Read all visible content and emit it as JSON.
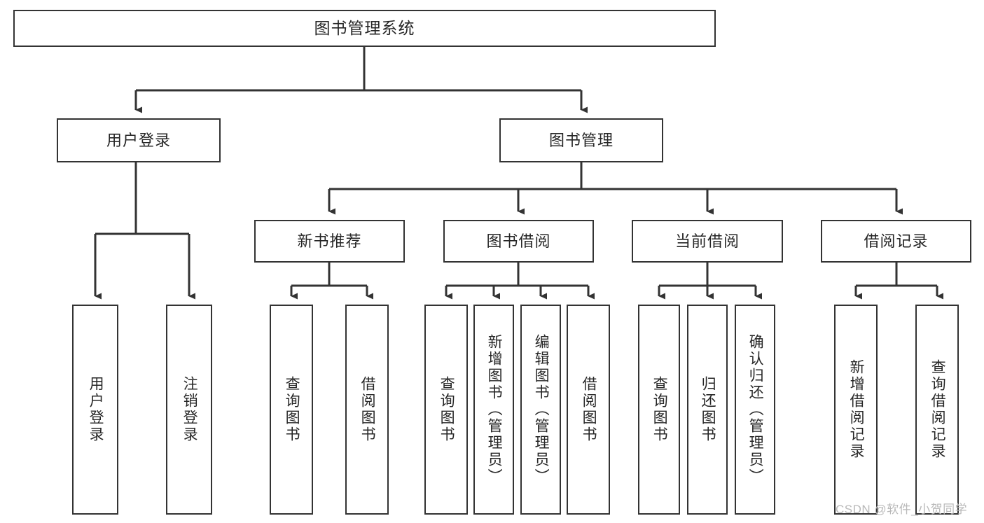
{
  "diagram": {
    "title": "图书管理系统",
    "watermark": "CSDN @软件_小贺同学",
    "edge_color": "#333333",
    "box_border_color": "#333333",
    "box_fill_color": "#ffffff",
    "text_color": "#262626",
    "watermark_color": "#b9b9b9",
    "root": {
      "label": "图书管理系统"
    },
    "level2": [
      {
        "label": "用户登录"
      },
      {
        "label": "图书管理"
      }
    ],
    "level3": [
      {
        "label": "新书推荐"
      },
      {
        "label": "图书借阅"
      },
      {
        "label": "当前借阅"
      },
      {
        "label": "借阅记录"
      }
    ],
    "leaves": {
      "user_login": [
        {
          "label": "用户登录"
        },
        {
          "label": "注销登录"
        }
      ],
      "new_book": [
        {
          "label": "查询图书"
        },
        {
          "label": "借阅图书"
        }
      ],
      "borrow_book": [
        {
          "label": "查询图书"
        },
        {
          "label": "新增图书（管理员）"
        },
        {
          "label": "编辑图书（管理员）"
        },
        {
          "label": "借阅图书"
        }
      ],
      "current_borrow": [
        {
          "label": "查询图书"
        },
        {
          "label": "归还图书"
        },
        {
          "label": "确认归还（管理员）"
        }
      ],
      "borrow_record": [
        {
          "label": "新增借阅记录"
        },
        {
          "label": "查询借阅记录"
        }
      ]
    }
  }
}
